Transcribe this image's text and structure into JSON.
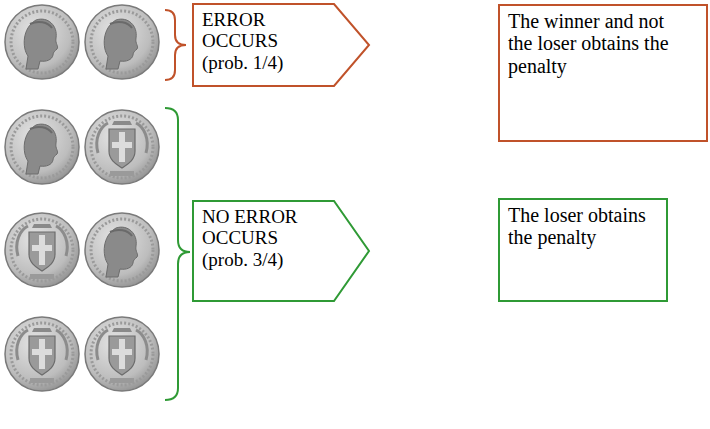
{
  "diagram": {
    "nodes": [
      {
        "text": [
          "ERROR OCCURS (prob. 1/4)"
        ]
      },
      {
        "text": [
          "The winner and not the loser obtains the penalty"
        ]
      },
      {
        "text": [
          "NO ERROR OCCURS (prob. 3/4)"
        ]
      },
      {
        "text": [
          "The loser obtains the penalty"
        ]
      }
    ]
  }
}
